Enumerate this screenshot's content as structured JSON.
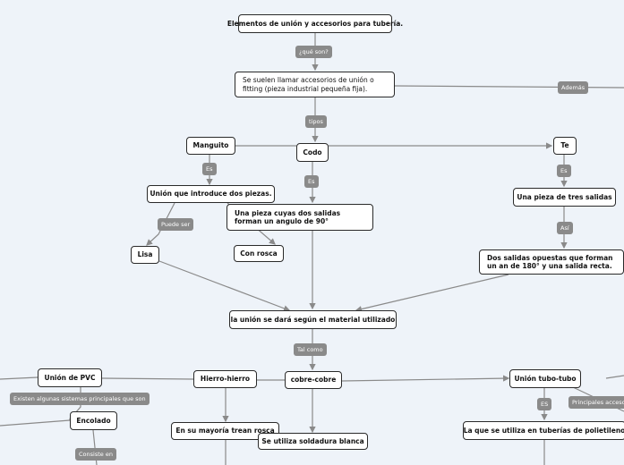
{
  "nodes": {
    "title": "Elementos de unión y accesorios para tubería.",
    "definition": "Se suelen llamar accesorios de unión o fitting (pieza industrial pequeña fija).",
    "manguito": "Manguito",
    "codo": "Codo",
    "te": "Te",
    "union_dos_piezas": "Unión que introduce dos piezas.",
    "pieza_90": "Una pieza cuyas dos salidas forman un angulo de 90°",
    "tres_salidas": "Una pieza de tres salidas",
    "lisa": "Lisa",
    "con_rosca": "Con rosca",
    "dos_salidas_opuestas": "Dos salidas opuestas que forman un an de 180° y una salida recta.",
    "union_material": "la unión se dará según el material utilizado",
    "union_pvc": "Unión de PVC",
    "hierro_hierro": "Hierro-hierro",
    "cobre_cobre": "cobre-cobre",
    "union_tubo_tubo": "Unión tubo-tubo",
    "encolado": "Encolado",
    "mayoria_rosca": "En su mayoría trean rosca",
    "soldadura_blanca": "Se utiliza soldadura blanca",
    "polietileno": "La que se utiliza en tuberías de polietileno"
  },
  "tags": {
    "que_son": "¿qué son?",
    "tipos": "tipos",
    "ademas": "Además",
    "es_manguito": "Es",
    "es_codo": "Es",
    "es_te": "Es",
    "puede_ser": "Puede ser",
    "asi": "Así",
    "tal_como": "Tal como",
    "sistemas": "Existen algunas sistemas principales que son",
    "consiste_en": "Consiste en",
    "es_tubo": "ES",
    "principales": "Principales acceso"
  },
  "colors": {
    "background": "#eef3f9",
    "edge": "#8a8a8a",
    "tag_bg": "#8a8a8a",
    "node_border": "#2a2a2a"
  }
}
